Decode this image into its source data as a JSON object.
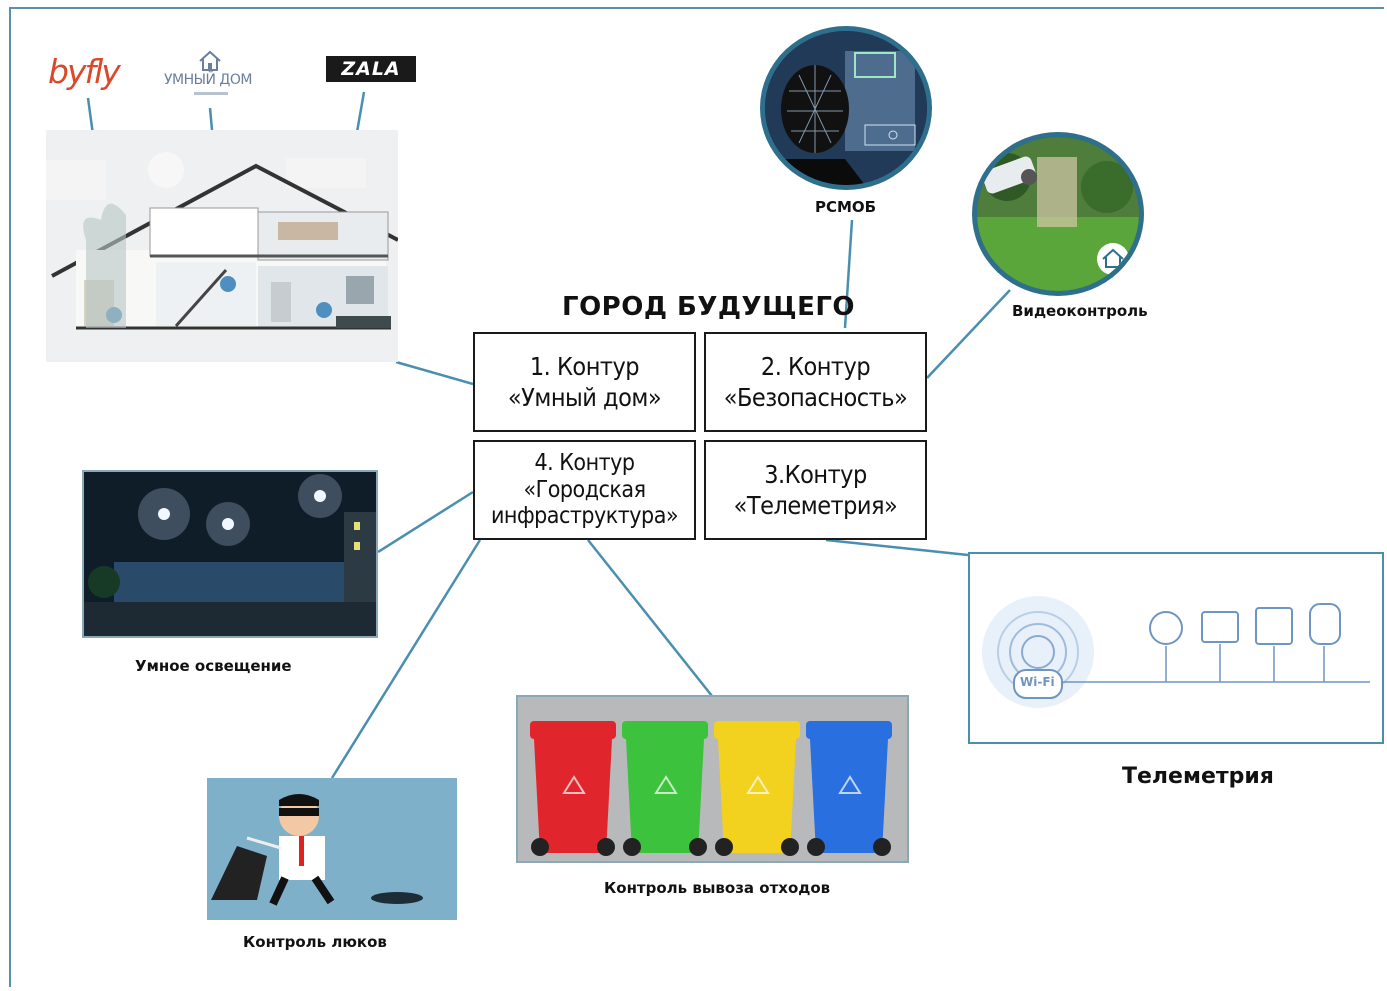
{
  "title": "ГОРОД БУДУЩЕГО",
  "contours": {
    "c1": "1. Контур\n«Умный дом»",
    "c2": "2. Контур\n«Безопасность»",
    "c3": "3.Контур\n«Телеметрия»",
    "c4": "4. Контур\n«Городская\nинфраструктура»"
  },
  "labels": {
    "rsmob": "РСМОБ",
    "video": "Видеоконтроль",
    "lighting": "Умное освещение",
    "manholes": "Контроль люков",
    "waste": "Контроль вывоза отходов",
    "telemetry": "Телеметрия"
  },
  "logos": {
    "byfly": "byfly",
    "smart_home": "УМНЫЙ ДОМ",
    "zala": "ZALA",
    "wifi": "Wi-Fi"
  },
  "colors": {
    "connector": "#4a8fb0",
    "bin_red": "#e0262c",
    "bin_green": "#3cc23c",
    "bin_yellow": "#f2d21e",
    "bin_blue": "#2a6fe0"
  }
}
